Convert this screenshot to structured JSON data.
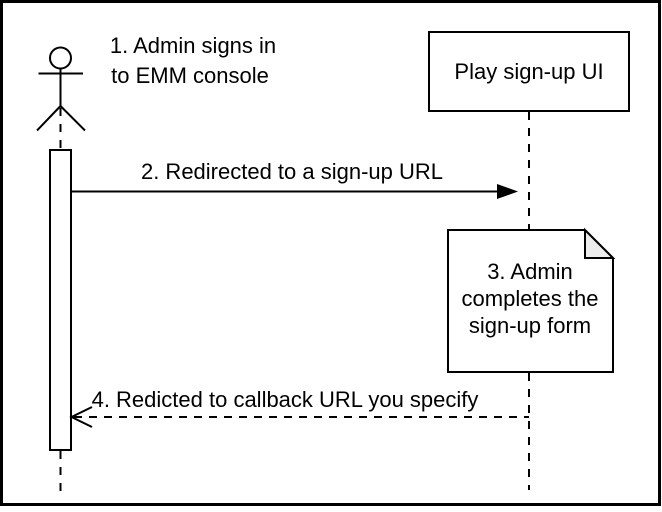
{
  "colors": {
    "background": "#ffffff",
    "stroke": "#000000",
    "note_fold_fill": "#ededed"
  },
  "actor": {
    "label_line1": "1. Admin signs in",
    "label_line2": "to EMM console"
  },
  "participant": {
    "label": "Play sign-up UI"
  },
  "messages": {
    "step2": {
      "label": "2. Redirected to a sign-up URL"
    },
    "step4": {
      "label": "4. Redicted to callback URL you specify"
    }
  },
  "note": {
    "line1": "3. Admin",
    "line2": "completes the",
    "line3": "sign-up form"
  }
}
